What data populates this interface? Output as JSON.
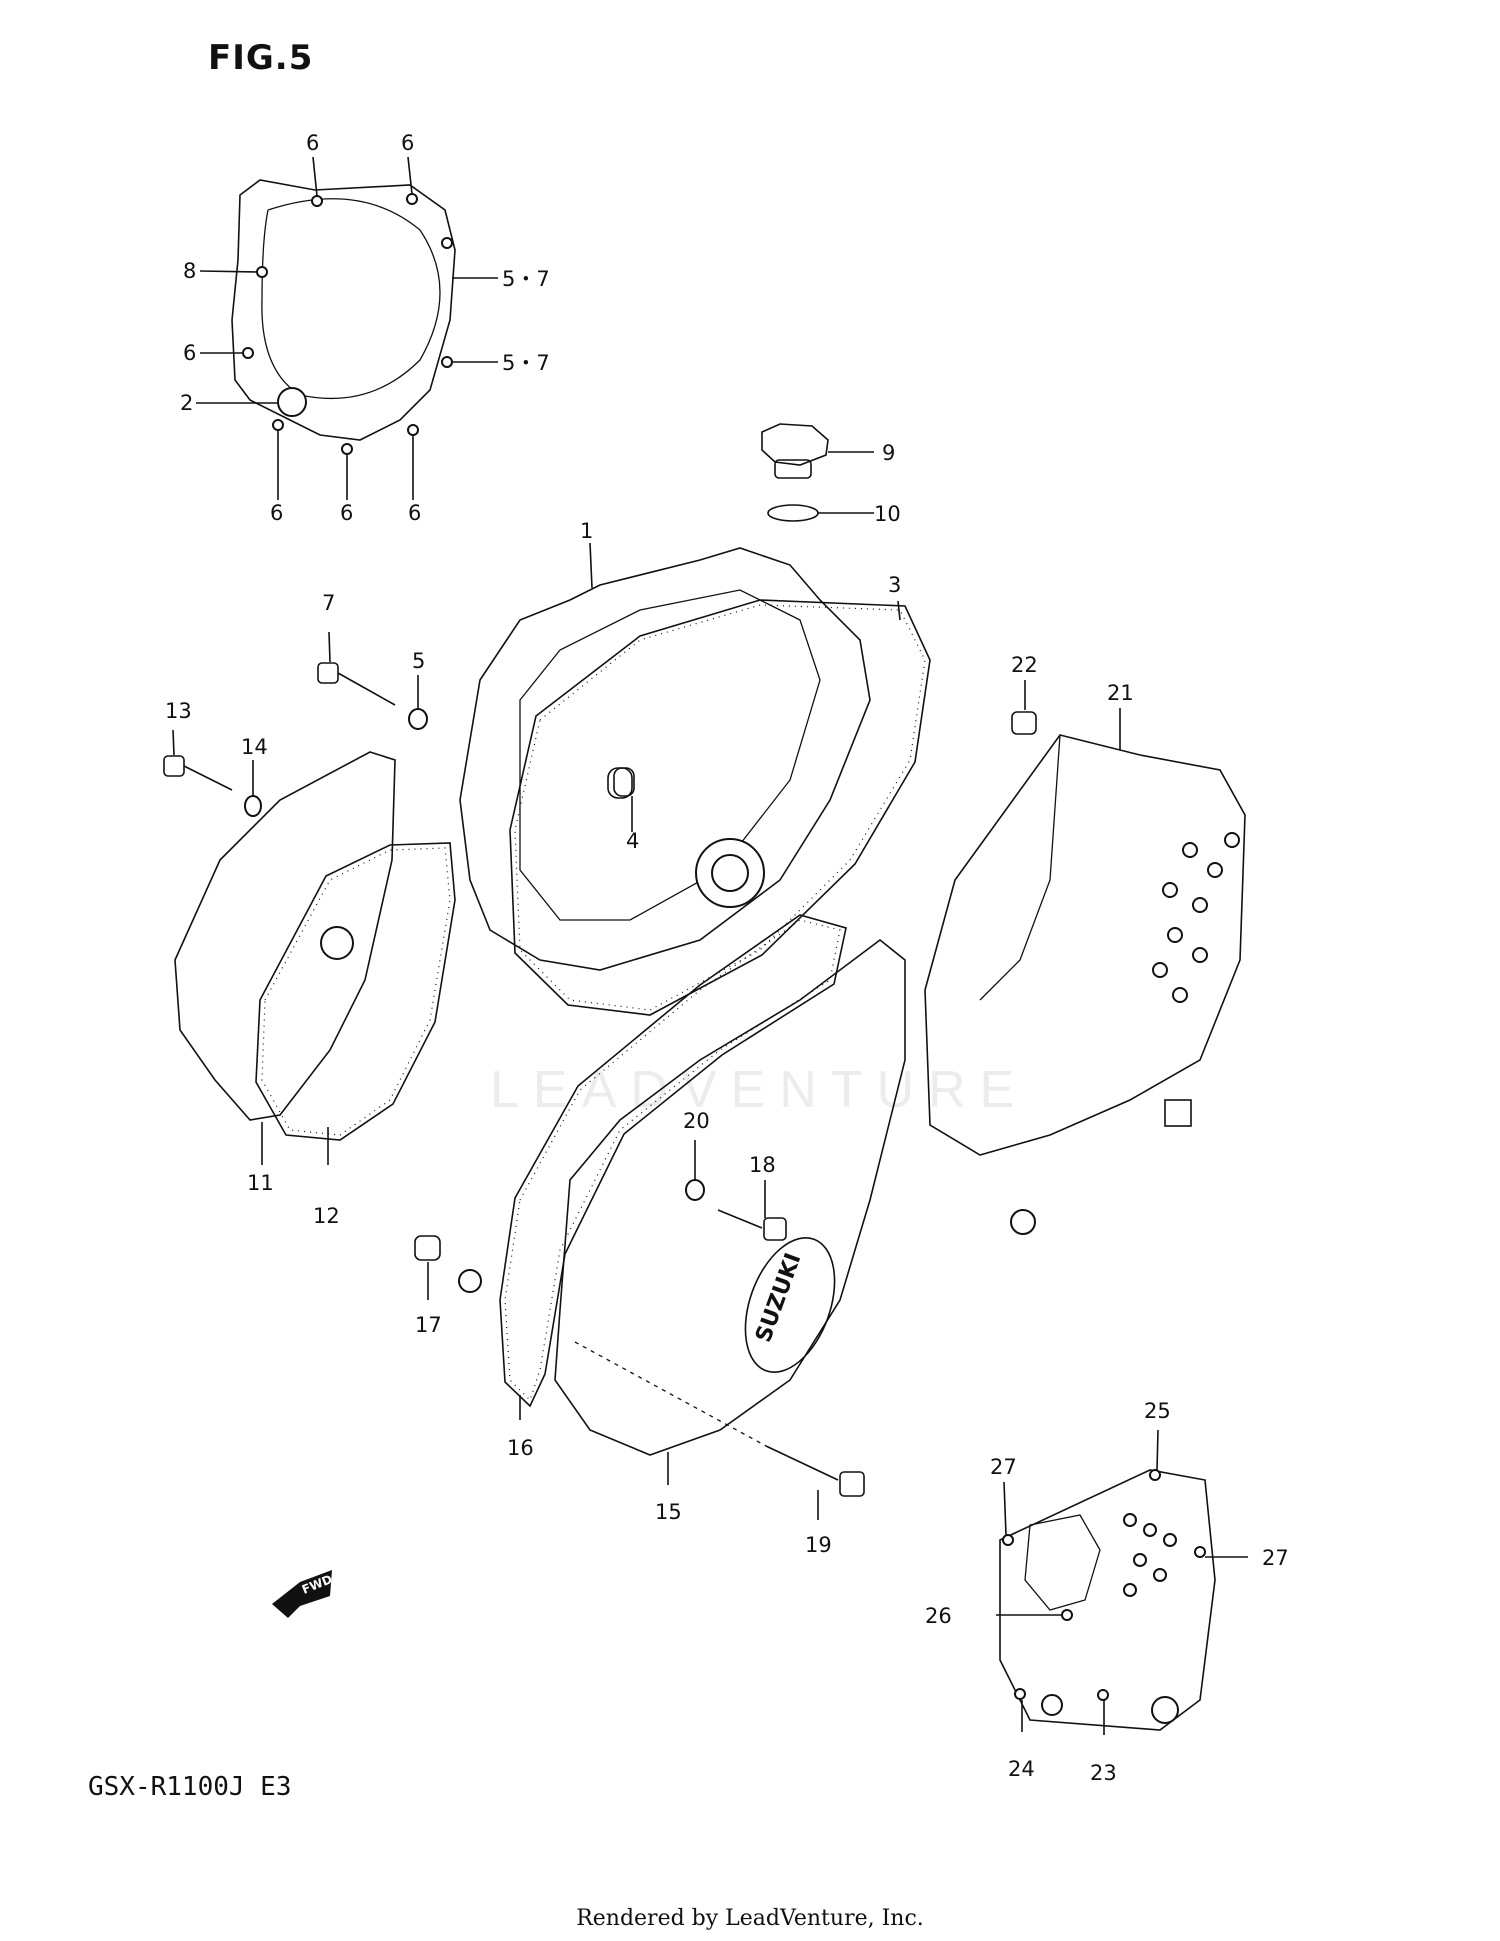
{
  "figure": {
    "title": "FIG.5"
  },
  "model": {
    "code": "GSX-R1100J  E3"
  },
  "footer": {
    "credit": "Rendered by LeadVenture, Inc."
  },
  "watermark": {
    "text": "LEADVENTURE"
  },
  "fwd_arrow": {
    "label": "FWD"
  },
  "emblem": {
    "text": "SUZUKI"
  },
  "callouts": {
    "c_6a": "6",
    "c_6b": "6",
    "c_8": "8",
    "c_57a": "5・7",
    "c_6c": "6",
    "c_57b": "5・7",
    "c_2": "2",
    "c_6d": "6",
    "c_6e": "6",
    "c_6f": "6",
    "c_9": "9",
    "c_10": "10",
    "c_1": "1",
    "c_3": "3",
    "c_7": "7",
    "c_5": "5",
    "c_13": "13",
    "c_14": "14",
    "c_4": "4",
    "c_22": "22",
    "c_21": "21",
    "c_11": "11",
    "c_12": "12",
    "c_20": "20",
    "c_18": "18",
    "c_17": "17",
    "c_16": "16",
    "c_15": "15",
    "c_19": "19",
    "c_25": "25",
    "c_27a": "27",
    "c_27b": "27",
    "c_26": "26",
    "c_24": "24",
    "c_23": "23"
  }
}
